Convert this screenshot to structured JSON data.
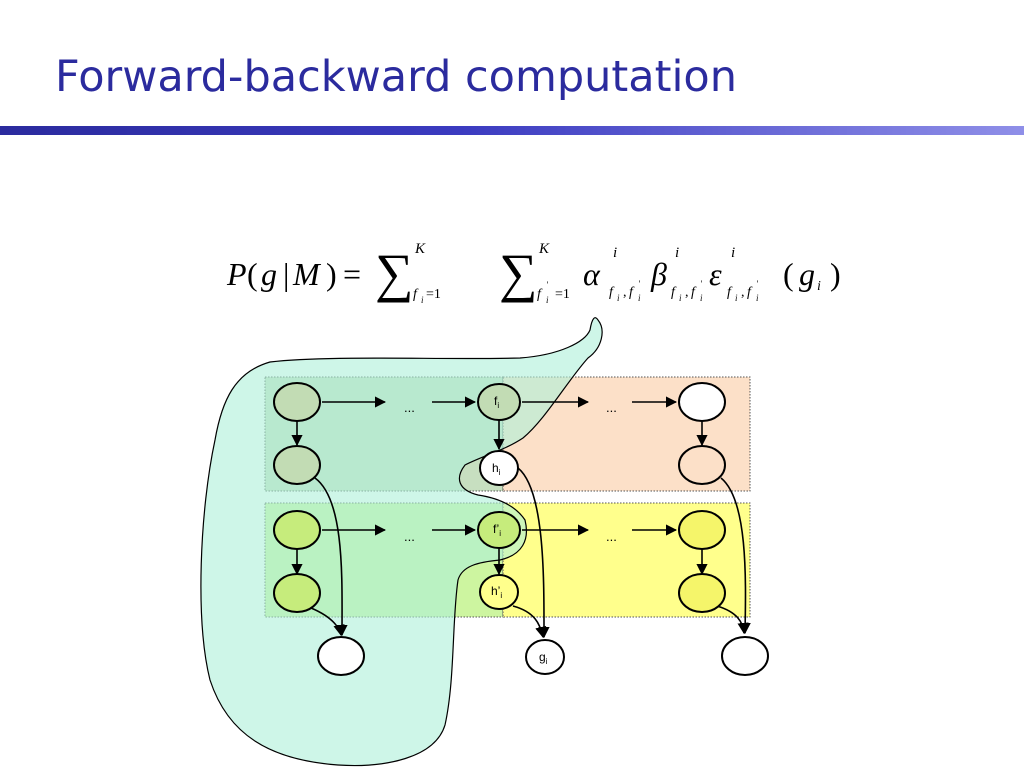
{
  "slide": {
    "title": "Forward-backward computation"
  },
  "formula": {
    "lhs_P": "P",
    "lhs_paren_open": "(",
    "lhs_g": "g",
    "lhs_bar": "|",
    "lhs_M": "M",
    "lhs_paren_close": ")",
    "equals": "=",
    "sum1_upper": "K",
    "sum1_lower_f": "f",
    "sum1_lower_i": "i",
    "sum1_lower_eq": "=1",
    "sum2_upper": "K",
    "sum2_lower_f": "f",
    "sum2_lower_prime": "'",
    "sum2_lower_i": "i",
    "sum2_lower_eq": "=1",
    "alpha": "α",
    "alpha_sup": "i",
    "alpha_sub": "f",
    "alpha_sub_i": "i",
    "alpha_sub_comma": ",",
    "alpha_sub_f2": "f",
    "alpha_sub_prime": "'",
    "alpha_sub_i2": "i",
    "beta": "β",
    "beta_sup": "i",
    "beta_sub": "f",
    "beta_sub_i": "i",
    "beta_sub_comma": ",",
    "beta_sub_f2": "f",
    "beta_sub_prime": "'",
    "beta_sub_i2": "i",
    "epsilon": "ε",
    "epsilon_sup": "i",
    "epsilon_sub": "f",
    "epsilon_sub_i": "i",
    "epsilon_sub_comma": ",",
    "epsilon_sub_f2": "f",
    "epsilon_sub_prime": "'",
    "epsilon_sub_i2": "i",
    "arg_paren_open": "(",
    "arg_g": "g",
    "arg_i": "i",
    "arg_paren_close": ")"
  },
  "diagram": {
    "ellipsis": "...",
    "nodes": {
      "f_main": "f",
      "f_sub": "i",
      "h_main": "h",
      "h_sub": "i",
      "fprime_main": "f’",
      "fprime_sub": "i",
      "hprime_main": "h’",
      "hprime_sub": "i",
      "g_main": "g",
      "g_sub": "i"
    },
    "colors": {
      "title": "#2b2b9e",
      "region_blob": "#c8f5e8",
      "box_top_left": "#c7dfc0",
      "box_top_right": "#fce0c8",
      "box_bottom_left": "#cdf5a0",
      "box_bottom_right": "#ffff8c",
      "node_top_left": "#c2dcb4",
      "node_bottom_left": "#c6ec7c",
      "node_bottom_right": "#f5f56a"
    }
  }
}
